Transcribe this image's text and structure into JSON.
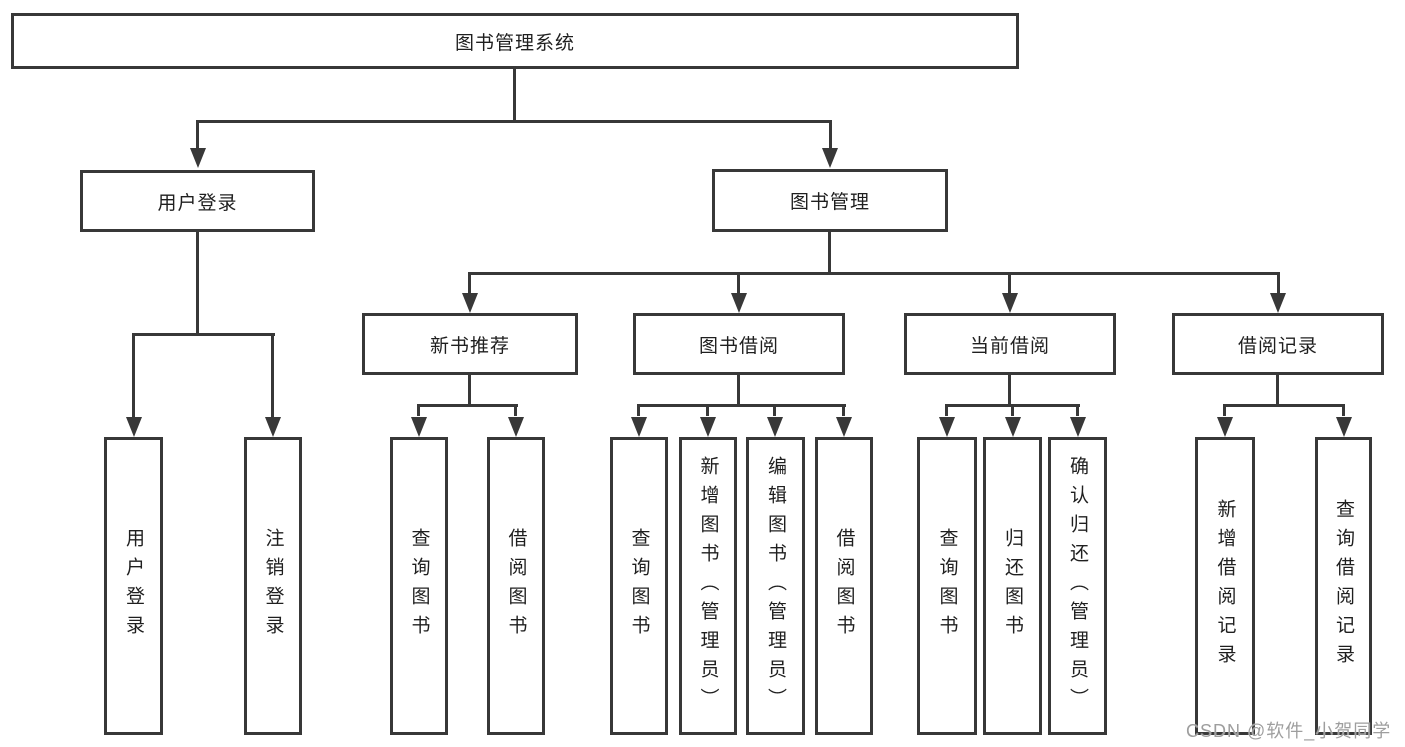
{
  "diagram": {
    "root": {
      "label": "图书管理系统"
    },
    "branches": [
      {
        "label": "用户登录",
        "children": [
          {
            "label": "用户登录"
          },
          {
            "label": "注销登录"
          }
        ]
      },
      {
        "label": "图书管理",
        "children": [
          {
            "label": "新书推荐",
            "children": [
              {
                "label": "查询图书"
              },
              {
                "label": "借阅图书"
              }
            ]
          },
          {
            "label": "图书借阅",
            "children": [
              {
                "label": "查询图书"
              },
              {
                "label": "新增图书（管理员）"
              },
              {
                "label": "编辑图书（管理员）"
              },
              {
                "label": "借阅图书"
              }
            ]
          },
          {
            "label": "当前借阅",
            "children": [
              {
                "label": "查询图书"
              },
              {
                "label": "归还图书"
              },
              {
                "label": "确认归还（管理员）"
              }
            ]
          },
          {
            "label": "借阅记录",
            "children": [
              {
                "label": "新增借阅记录"
              },
              {
                "label": "查询借阅记录"
              }
            ]
          }
        ]
      }
    ],
    "watermark": "CSDN @软件_小贺同学",
    "colors": {
      "line": "#383838",
      "text": "#1f1f1f",
      "watermark": "#9e9e9e",
      "background": "#ffffff"
    }
  }
}
